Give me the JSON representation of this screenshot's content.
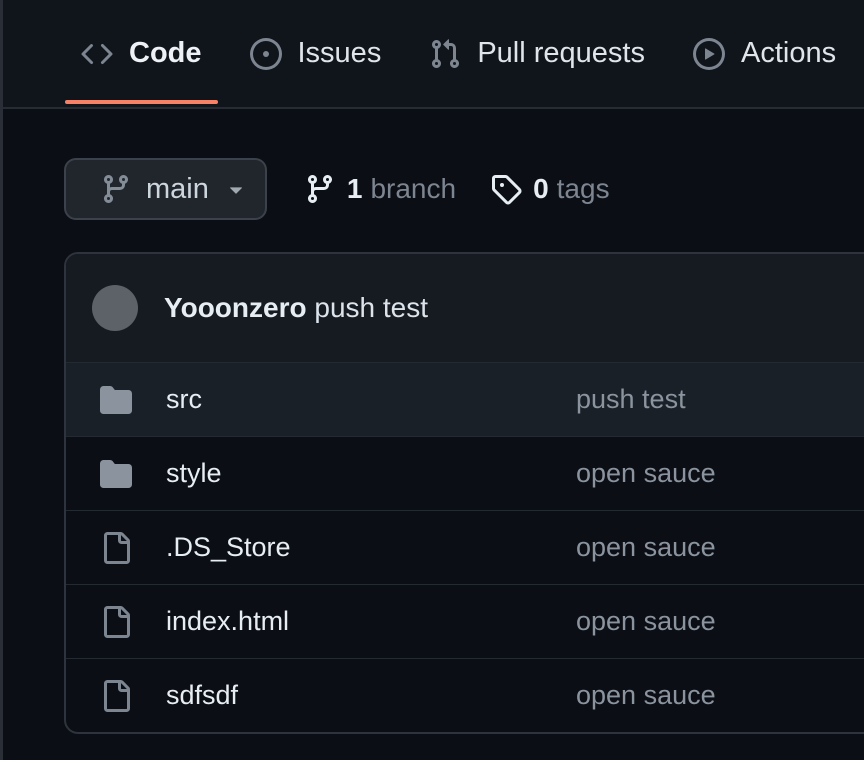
{
  "nav": {
    "tabs": [
      {
        "label": "Code",
        "icon": "code-icon",
        "active": true
      },
      {
        "label": "Issues",
        "icon": "issue-opened-icon",
        "active": false
      },
      {
        "label": "Pull requests",
        "icon": "git-pull-request-icon",
        "active": false
      },
      {
        "label": "Actions",
        "icon": "play-circle-icon",
        "active": false
      }
    ]
  },
  "branch_bar": {
    "branch_button": {
      "label": "main",
      "icon": "git-branch-icon"
    },
    "branches": {
      "count": "1",
      "label": "branch",
      "icon": "git-branch-icon"
    },
    "tags": {
      "count": "0",
      "label": "tags",
      "icon": "tag-icon"
    }
  },
  "commit_header": {
    "author": "Yooonzero",
    "message": "push test"
  },
  "files": [
    {
      "name": "src",
      "type": "folder",
      "message": "push test",
      "highlighted": true
    },
    {
      "name": "style",
      "type": "folder",
      "message": "open sauce",
      "highlighted": false
    },
    {
      "name": ".DS_Store",
      "type": "file",
      "message": "open sauce",
      "highlighted": false
    },
    {
      "name": "index.html",
      "type": "file",
      "message": "open sauce",
      "highlighted": false
    },
    {
      "name": "sdfsdf",
      "type": "file",
      "message": "open sauce",
      "highlighted": false
    }
  ],
  "colors": {
    "accent_underline": "#f78166",
    "page_background": "#0b0e14",
    "nav_background": "#10141b",
    "panel_background": "#161b22",
    "row_highlight": "#1a2028",
    "border": "#2e343d",
    "text_primary": "#e6edf3",
    "text_muted": "#7d8590",
    "message_text": "#8b949e"
  }
}
